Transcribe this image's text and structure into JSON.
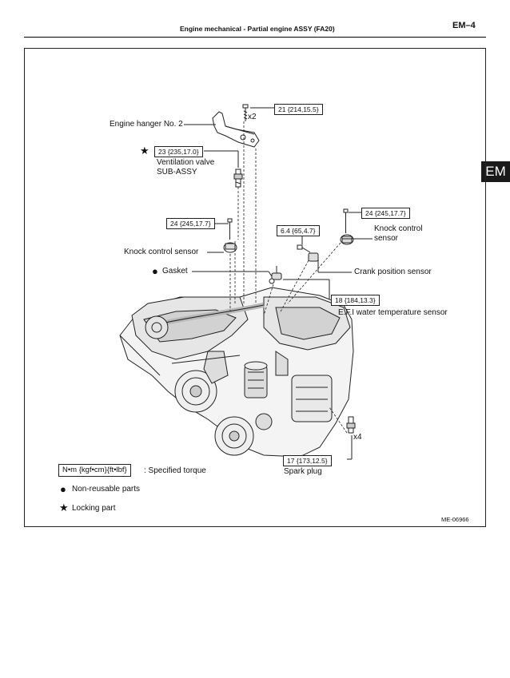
{
  "header": {
    "title": "Engine mechanical  -  Partial engine ASSY (FA20)",
    "page_number": "EM–4",
    "section_tab": "EM"
  },
  "parts": {
    "engine_hanger": "Engine hanger No. 2",
    "ventilation_valve_line1": "Ventilation valve",
    "ventilation_valve_line2": "SUB-ASSY",
    "knock_sensor_left": "Knock control sensor",
    "knock_sensor_right_line1": "Knock control",
    "knock_sensor_right_line2": "sensor",
    "gasket": "Gasket",
    "crank_position_sensor": "Crank position sensor",
    "efi_water_temp_sensor": "E.F.I water temperature sensor",
    "spark_plug": "Spark plug"
  },
  "quantities": {
    "hanger_bolts": "x2",
    "spark_plugs": "x4"
  },
  "torques": {
    "hanger_bolt": "21 {214,15.5}",
    "ventilation_valve": "23 {235,17.0}",
    "knock_sensor_left": "24 {245,17.7}",
    "knock_sensor_right": "24 {245,17.7}",
    "crank_sensor": "6.4 {65,4.7}",
    "water_temp_sensor": "18 {184,13.3}",
    "spark_plug": "17 {173,12.5}"
  },
  "legend": {
    "torque_unit": "N•m {kgf•cm}{ft•lbf}",
    "torque_desc": ": Specified torque",
    "non_reusable": "Non-reusable parts",
    "locking": "Locking part"
  },
  "figure_id": "ME-06966",
  "icons": {
    "non_reusable": "black-circle-icon",
    "locking": "black-star-icon"
  }
}
